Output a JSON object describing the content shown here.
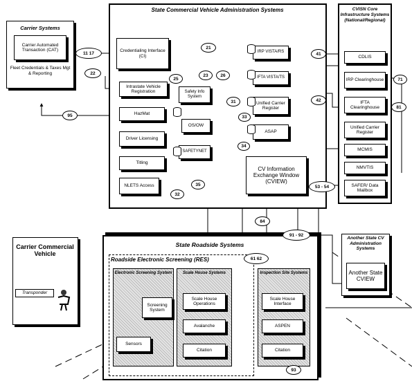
{
  "carrier_systems": {
    "title": "Carrier Systems",
    "cat_box": "Carrier Automated Transaction (CAT)",
    "fleet_label": "Fleet Credentials & Taxes Mgt & Reporting"
  },
  "state_cvas": {
    "title": "State Commercial Vehicle Administration Systems",
    "credentialing_interface": "Credentialing Interface (CI)",
    "intrastate_registration": "Intrastate Vehicle Registration",
    "hazmat": "HazMat",
    "driver_licensing": "Driver Licensing",
    "titling": "Titling",
    "nlets_access": "NLETS Access",
    "safety_info": "Safety Info System",
    "os_ow": "OS/OW",
    "safetynet": "SAFETYNET",
    "irp_vistars": "IRP VISTA/RS",
    "ifta_vistats": "IFTA VISTA/TS",
    "unified_carrier_register": "Unified Carrier Register",
    "asap": "ASAP",
    "cview": "CV Information Exchange Window (CVIEW)"
  },
  "cvisn_core": {
    "title": "CVISN Core Infrastructure Systems (National/Regional)",
    "cdlis": "CDLIS",
    "irp_clearinghouse": "IRP Clearinghouse",
    "ifta_clearinghouse": "IFTA Clearinghouse",
    "unified_carrier_register": "Unified Carrier Register",
    "mcmis": "MCMIS",
    "nmvtis": "NMVTIS",
    "safer": "SAFER/ Data Mailbox"
  },
  "another_state": {
    "title": "Another State CV Administration Systems",
    "box": "Another State CVIEW"
  },
  "carrier_vehicle": {
    "title": "Carrier Commercial Vehicle",
    "transponder": "Transponder"
  },
  "state_roadside": {
    "title": "State Roadside Systems",
    "res_title": "Roadside Electronic Screening (RES)",
    "col1_title": "Electronic Screening System",
    "col2_title": "Scale House Systems",
    "col3_title": "Inspection Site Systems",
    "screening_system": "Screening System",
    "sensors": "Sensors",
    "scale_house_operations": "Scale House Operations",
    "avalanche": "Avalanche",
    "citation": "Citation",
    "scale_house_interface": "Scale House Interface",
    "aspen": "ASPEN",
    "citation2": "Citation"
  },
  "flow_labels": {
    "f_11_17": "11  17",
    "f_21": "21",
    "f_22": "22",
    "f_25": "25",
    "f_23": "23",
    "f_26": "26",
    "f_31": "31",
    "f_32": "32",
    "f_33": "33",
    "f_34": "34",
    "f_35": "35",
    "f_41": "41",
    "f_42": "42",
    "f_53_54": "53 - 54",
    "f_61_62": "61 62",
    "f_71": "71",
    "f_81": "81",
    "f_84": "84",
    "f_91_92": "91 - 92",
    "f_93": "93",
    "f_95": "95"
  }
}
